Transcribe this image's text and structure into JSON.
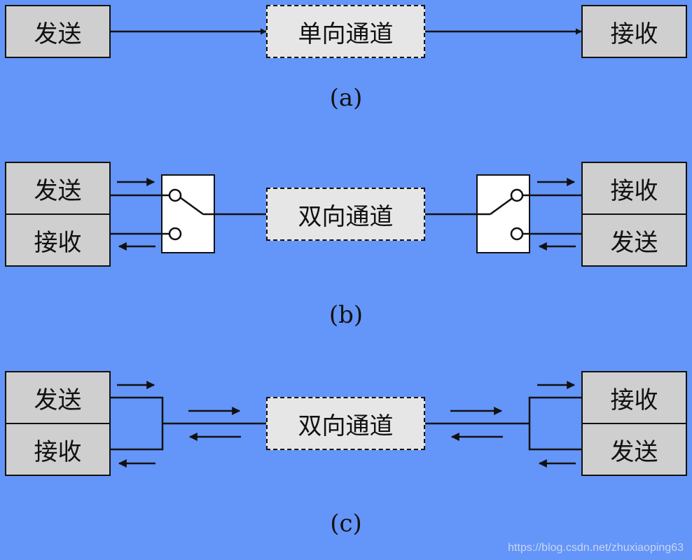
{
  "a": {
    "send": "发送",
    "channel": "单向通道",
    "receive": "接收",
    "caption": "(a)"
  },
  "b": {
    "left_top": "发送",
    "left_bottom": "接收",
    "channel": "双向通道",
    "right_top": "接收",
    "right_bottom": "发送",
    "caption": "(b)"
  },
  "c": {
    "left_top": "发送",
    "left_bottom": "接收",
    "channel": "双向通道",
    "right_top": "接收",
    "right_bottom": "发送",
    "caption": "(c)"
  },
  "watermark": "https://blog.csdn.net/zhuxiaoping63"
}
